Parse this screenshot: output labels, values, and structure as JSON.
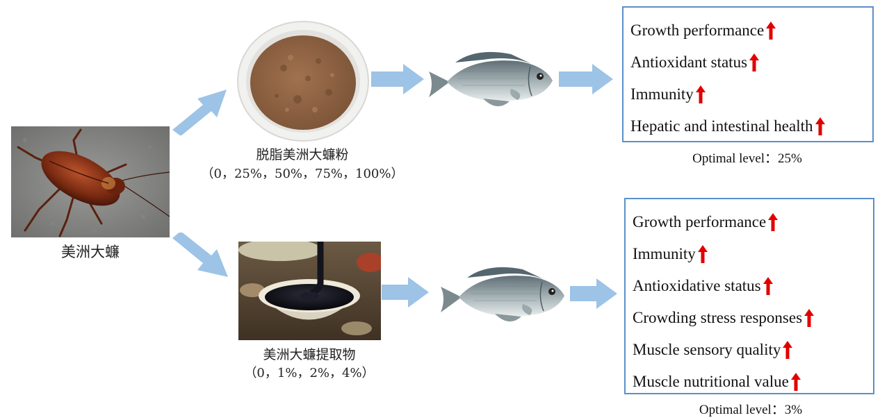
{
  "source": {
    "label": "美洲大蠊"
  },
  "branches": [
    {
      "feed_label": "脱脂美洲大蠊粉",
      "levels": "（0，25%，50%，75%，100%）",
      "outcomes": [
        "Growth performance",
        "Antioxidant status",
        "Immunity",
        "Hepatic and intestinal health"
      ],
      "optimal": "Optimal level：25%"
    },
    {
      "feed_label": "美洲大蠊提取物",
      "levels": "（0，1%，2%，4%）",
      "outcomes": [
        "Growth performance",
        "Immunity",
        "Antioxidative status",
        "Crowding stress responses",
        "Muscle sensory quality",
        "Muscle nutritional value"
      ],
      "optimal": "Optimal level：3%"
    }
  ],
  "colors": {
    "arrow": "#9dc3e6",
    "panel_border": "#5b8fc9",
    "up_arrow": "#e00000"
  },
  "icons": {
    "trend": "red-up-arrow-icon"
  }
}
